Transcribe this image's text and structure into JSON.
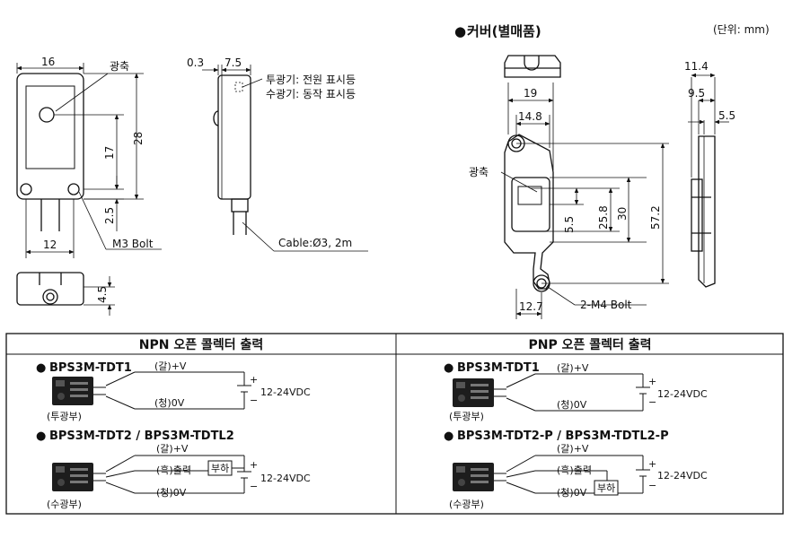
{
  "cover_section": {
    "bullet": "●",
    "title": "커버(별매품)",
    "unit": "(단위: mm)"
  },
  "dims_front": {
    "w16": "16",
    "light_axis": "광축",
    "h28": "28",
    "h17": "17",
    "d25": "2.5",
    "w12": "12",
    "bolt": "M3 Bolt",
    "d45": "4.5"
  },
  "dims_side": {
    "d03": "0.3",
    "d75": "7.5",
    "ind1": "투광기: 전원 표시등",
    "ind2": "수광기: 동작 표시등",
    "cable": "Cable:Ø3, 2m"
  },
  "dims_cover": {
    "w19": "19",
    "w148": "14.8",
    "light_axis": "광축",
    "h572": "57.2",
    "h30": "30",
    "h258": "25.8",
    "h55": "5.5",
    "w127": "12.7",
    "bolt": "2-M4 Bolt",
    "s114": "11.4",
    "s95": "9.5",
    "s55": "5.5"
  },
  "table": {
    "npn_header": "NPN 오픈 콜렉터 출력",
    "pnp_header": "PNP 오픈 콜렉터 출력",
    "npn_block1": {
      "model": "BPS3M-TDT1",
      "brown": "(갈)+V",
      "blue": "(청)0V",
      "unit": "(투광부)",
      "vdc": "12-24VDC",
      "plus": "+",
      "minus": "−"
    },
    "npn_block2": {
      "model": "BPS3M-TDT2 / BPS3M-TDTL2",
      "brown": "(갈)+V",
      "black": "(흑)출력",
      "load": "부하",
      "blue": "(청)0V",
      "unit": "(수광부)",
      "vdc": "12-24VDC",
      "plus": "+",
      "minus": "−"
    },
    "pnp_block1": {
      "model": "BPS3M-TDT1",
      "brown": "(갈)+V",
      "blue": "(청)0V",
      "unit": "(투광부)",
      "vdc": "12-24VDC",
      "plus": "+",
      "minus": "−"
    },
    "pnp_block2": {
      "model": "BPS3M-TDT2-P / BPS3M-TDTL2-P",
      "brown": "(갈)+V",
      "black": "(흑)출력",
      "load": "부하",
      "blue": "(청)0V",
      "unit": "(수광부)",
      "vdc": "12-24VDC",
      "plus": "+",
      "minus": "−"
    }
  }
}
